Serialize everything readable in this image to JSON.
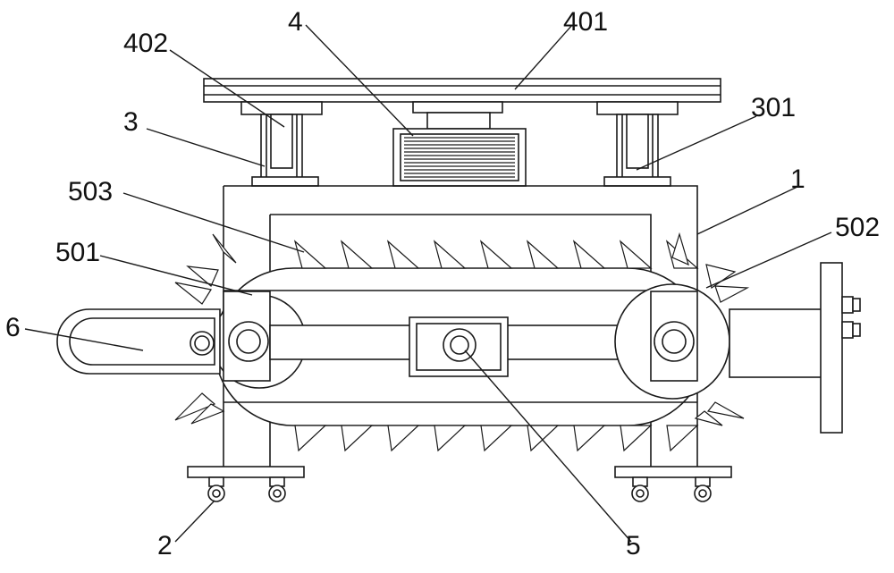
{
  "colors": {
    "line": "#1a1a1a",
    "background": "#ffffff",
    "hatch": "#555555"
  },
  "labels": {
    "l4": "4",
    "l401": "401",
    "l402": "402",
    "l3": "3",
    "l301": "301",
    "l503": "503",
    "l1": "1",
    "l502": "502",
    "l501": "501",
    "l6": "6",
    "l2": "2",
    "l5": "5"
  },
  "spikes": {
    "top_count": 9,
    "bottom_count": 9
  }
}
